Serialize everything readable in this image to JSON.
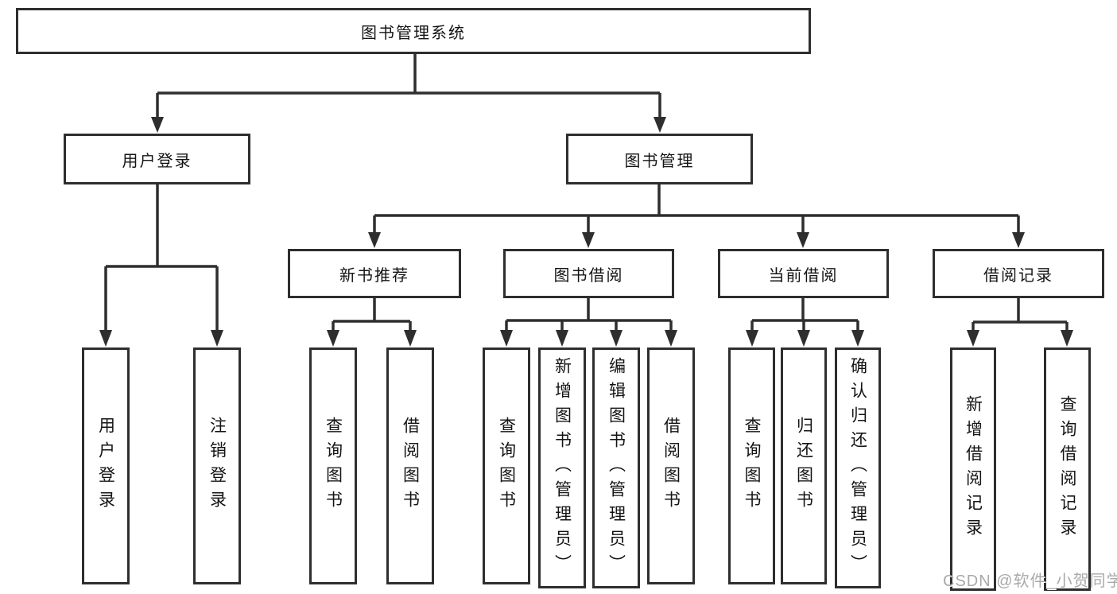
{
  "diagram": {
    "root": {
      "label": "图书管理系统"
    },
    "branches": [
      {
        "label": "用户登录",
        "children": [
          {
            "label": "用户登录"
          },
          {
            "label": "注销登录"
          }
        ]
      },
      {
        "label": "图书管理",
        "children": [
          {
            "label": "新书推荐",
            "children": [
              {
                "label": "查询图书"
              },
              {
                "label": "借阅图书"
              }
            ]
          },
          {
            "label": "图书借阅",
            "children": [
              {
                "label": "查询图书"
              },
              {
                "label": "新增图书（管理员）"
              },
              {
                "label": "编辑图书（管理员）"
              },
              {
                "label": "借阅图书"
              }
            ]
          },
          {
            "label": "当前借阅",
            "children": [
              {
                "label": "查询图书"
              },
              {
                "label": "归还图书"
              },
              {
                "label": "确认归还（管理员）"
              }
            ]
          },
          {
            "label": "借阅记录",
            "children": [
              {
                "label": "新增借阅记录"
              },
              {
                "label": "查询借阅记录"
              }
            ]
          }
        ]
      }
    ]
  },
  "watermark": {
    "text": "CSDN @软件_小贺同学"
  },
  "colors": {
    "line": "#2e2e2e",
    "box_border": "#2e2e2e",
    "text": "#141414",
    "background": "#ffffff",
    "watermark": "#a9a9a9"
  }
}
